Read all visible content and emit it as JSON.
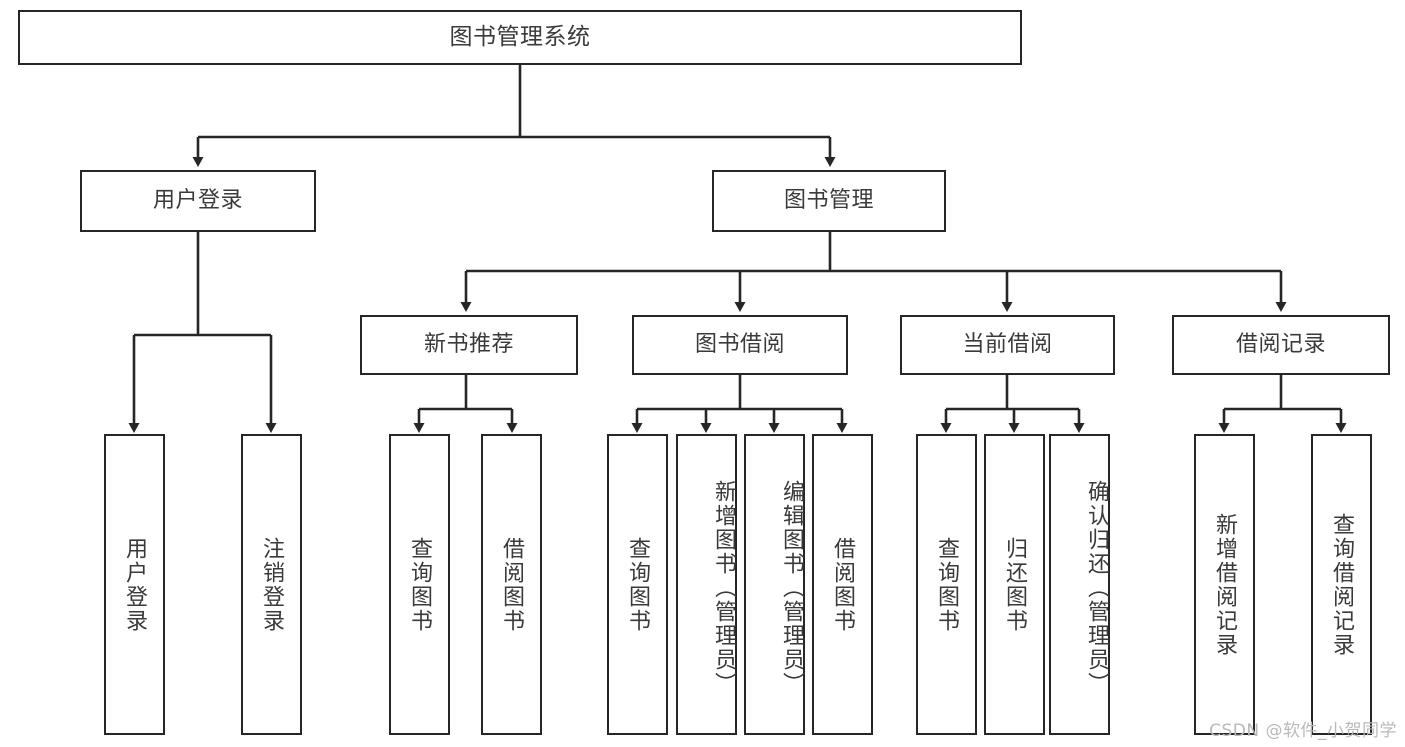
{
  "diagram": {
    "title": "图书管理系统",
    "type": "tree",
    "orientation": "top-down",
    "style": {
      "box_border_color": "#262626",
      "box_fill_color": "#ffffff",
      "text_color": "#3a3a3a",
      "edge_color": "#262626",
      "background": "#ffffff"
    },
    "root": {
      "id": "root",
      "label": "图书管理系统"
    },
    "level2": [
      {
        "id": "user-login",
        "label": "用户登录"
      },
      {
        "id": "book-management",
        "label": "图书管理"
      }
    ],
    "level3": [
      {
        "id": "new-book-recommend",
        "label": "新书推荐",
        "parent": "book-management"
      },
      {
        "id": "book-borrow",
        "label": "图书借阅",
        "parent": "book-management"
      },
      {
        "id": "current-borrow",
        "label": "当前借阅",
        "parent": "book-management"
      },
      {
        "id": "borrow-record",
        "label": "借阅记录",
        "parent": "book-management"
      }
    ],
    "leaves": [
      {
        "id": "leaf-user-login",
        "label": "用户登录",
        "parent": "user-login"
      },
      {
        "id": "leaf-logout-login",
        "label": "注销登录",
        "parent": "user-login"
      },
      {
        "id": "leaf-query-book-1",
        "label": "查询图书",
        "parent": "new-book-recommend"
      },
      {
        "id": "leaf-borrow-book-1",
        "label": "借阅图书",
        "parent": "new-book-recommend"
      },
      {
        "id": "leaf-query-book-2",
        "label": "查询图书",
        "parent": "book-borrow"
      },
      {
        "id": "leaf-add-book",
        "label": "新增图书（管理员）",
        "parent": "book-borrow"
      },
      {
        "id": "leaf-edit-book",
        "label": "编辑图书（管理员）",
        "parent": "book-borrow"
      },
      {
        "id": "leaf-borrow-book-2",
        "label": "借阅图书",
        "parent": "book-borrow"
      },
      {
        "id": "leaf-query-book-3",
        "label": "查询图书",
        "parent": "current-borrow"
      },
      {
        "id": "leaf-return-book",
        "label": "归还图书",
        "parent": "current-borrow"
      },
      {
        "id": "leaf-confirm-return",
        "label": "确认归还（管理员）",
        "parent": "current-borrow"
      },
      {
        "id": "leaf-add-borrow-record",
        "label": "新增借阅记录",
        "parent": "borrow-record"
      },
      {
        "id": "leaf-query-borrow-record",
        "label": "查询借阅记录",
        "parent": "borrow-record"
      }
    ]
  },
  "watermark": {
    "text": "CSDN @软件_小贺同学"
  }
}
